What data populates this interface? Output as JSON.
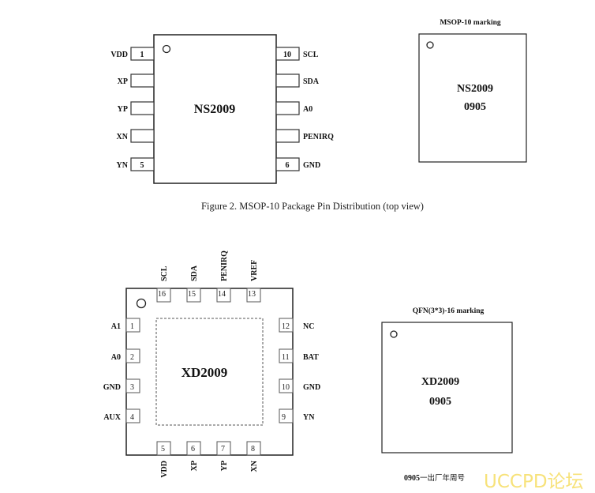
{
  "msop": {
    "chip_label": "NS2009",
    "left_pins": [
      {
        "name": "VDD",
        "number": "1"
      },
      {
        "name": "XP",
        "number": ""
      },
      {
        "name": "YP",
        "number": ""
      },
      {
        "name": "XN",
        "number": ""
      },
      {
        "name": "YN",
        "number": "5"
      }
    ],
    "right_pins": [
      {
        "name": "SCL",
        "number": "10"
      },
      {
        "name": "SDA",
        "number": ""
      },
      {
        "name": "A0",
        "number": ""
      },
      {
        "name": "PENIRQ",
        "number": ""
      },
      {
        "name": "GND",
        "number": "6"
      }
    ],
    "caption": "Figure 2. MSOP-10 Package Pin Distribution (top view)"
  },
  "msop_marking": {
    "title": "MSOP-10 marking",
    "line1": "NS2009",
    "line2": "0905"
  },
  "qfn": {
    "chip_label": "XD2009",
    "top_pins": [
      {
        "name": "SCL",
        "number": "16"
      },
      {
        "name": "SDA",
        "number": "15"
      },
      {
        "name": "PENIRQ",
        "number": "14"
      },
      {
        "name": "VREF",
        "number": "13"
      }
    ],
    "left_pins": [
      {
        "name": "A1",
        "number": "1"
      },
      {
        "name": "A0",
        "number": "2"
      },
      {
        "name": "GND",
        "number": "3"
      },
      {
        "name": "AUX",
        "number": "4"
      }
    ],
    "bottom_pins": [
      {
        "name": "VDD",
        "number": "5"
      },
      {
        "name": "XP",
        "number": "6"
      },
      {
        "name": "YP",
        "number": "7"
      },
      {
        "name": "XN",
        "number": "8"
      }
    ],
    "right_pins": [
      {
        "name": "NC",
        "number": "12"
      },
      {
        "name": "BAT",
        "number": "11"
      },
      {
        "name": "GND",
        "number": "10"
      },
      {
        "name": "YN",
        "number": "9"
      }
    ]
  },
  "qfn_marking": {
    "title": "QFN(3*3)-16 marking",
    "line1": "XD2009",
    "line2": "0905",
    "note_code": "0905",
    "note_text": "一出厂年周号"
  },
  "watermark": {
    "text": "UCCPD论坛",
    "color": "#f7e27a"
  }
}
